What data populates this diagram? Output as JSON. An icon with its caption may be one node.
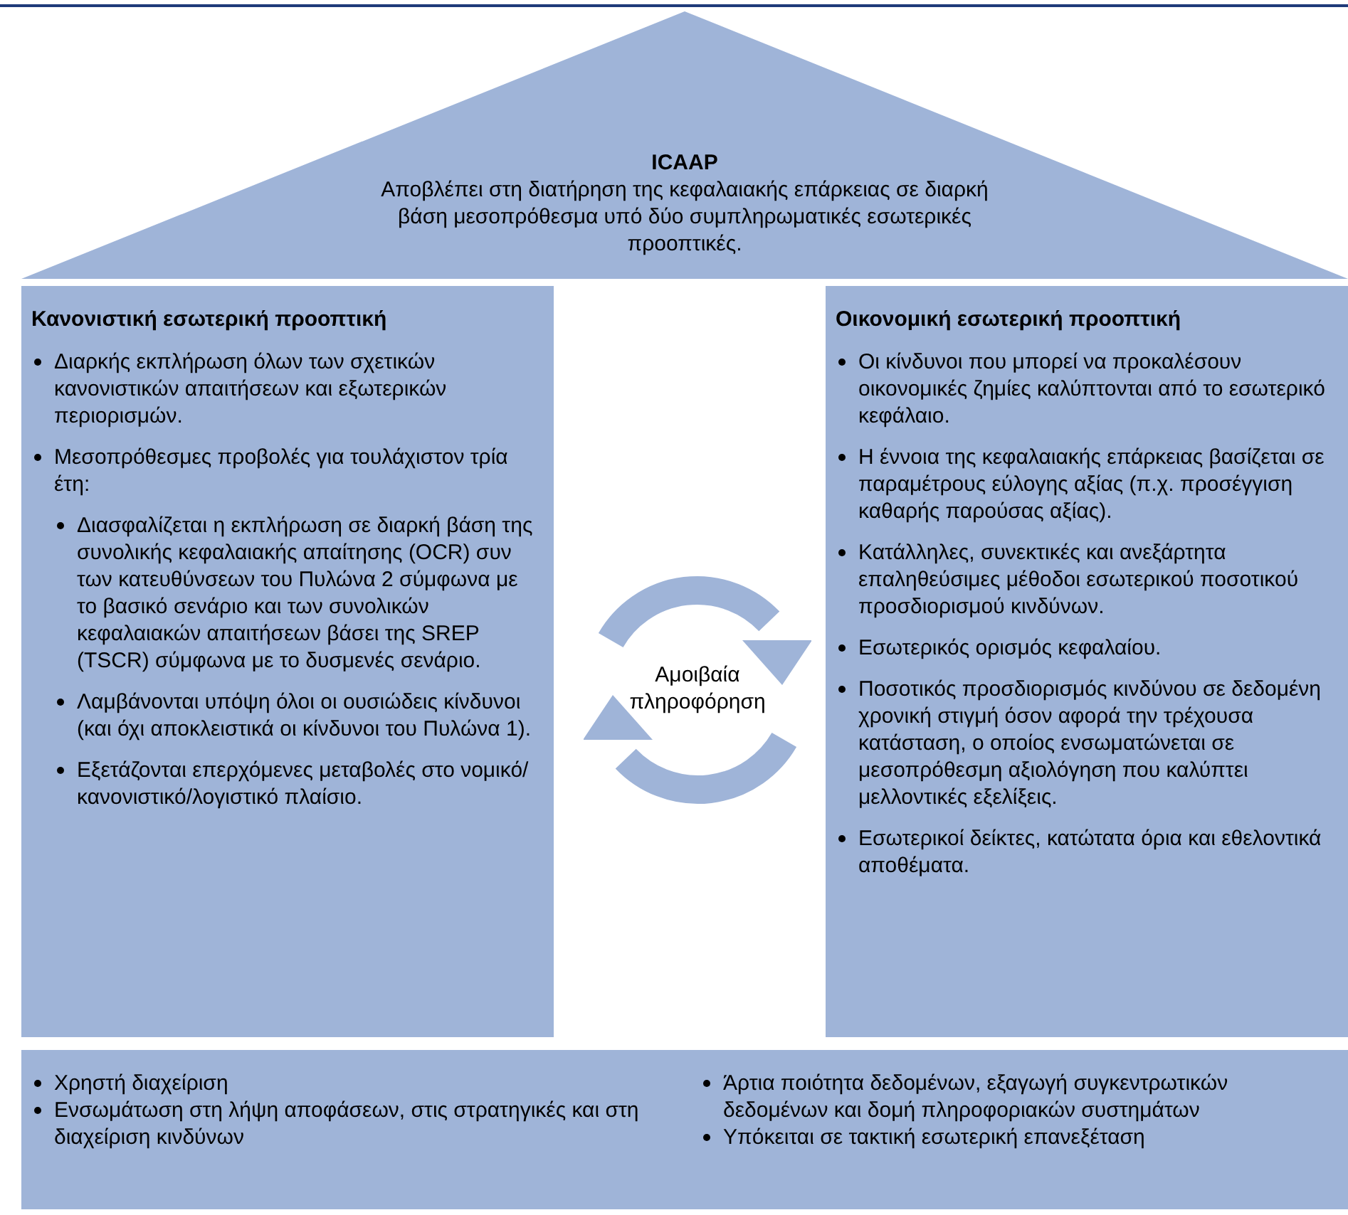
{
  "diagram": {
    "nodes": [
      {
        "text": [
          "ICAAP",
          "Αποβλέπει στη διατήρηση της κεφαλαιακής επάρκειας σε διαρκή βάση μεσοπρόθεσμα υπό δύο συμπληρωματικές εσωτερικές προοπτικές."
        ]
      },
      {
        "text": [
          "Κανονιστική εσωτερική προοπτική",
          "Διαρκής εκπλήρωση όλων των σχετικών κανονιστικών απαιτήσεων και εξωτερικών περιορισμών.",
          "Μεσοπρόθεσμες προβολές για τουλάχιστον τρία έτη:",
          "Διασφαλίζεται η εκπλήρωση σε διαρκή βάση της συνολικής κεφαλαιακής απαίτησης (OCR) συν των κατευθύνσεων του Πυλώνα 2 σύμφωνα με το βασικό σενάριο και των συνολικών κεφαλαιακών απαιτήσεων βάσει της SREP (TSCR) σύμφωνα με το δυσμενές σενάριο.",
          "Λαμβάνονται υπόψη όλοι οι ουσιώδεις κίνδυνοι (και όχι αποκλειστικά οι κίνδυνοι του Πυλώνα 1).",
          "Εξετάζονται επερχόμενες μεταβολές στο νομικό/κανονιστικό/λογιστικό πλαίσιο."
        ]
      },
      {
        "text": [
          "Αμοιβαία πληροφόρηση"
        ]
      },
      {
        "text": [
          "Οικονομική εσωτερική προοπτική",
          "Οι κίνδυνοι που μπορεί να προκαλέσουν οικονομικές ζημίες καλύπτονται από το εσωτερικό κεφάλαιο.",
          "Η έννοια της κεφαλαιακής επάρκειας βασίζεται σε παραμέτρους εύλογης αξίας (π.χ. προσέγγιση καθαρής παρούσας αξίας).",
          "Κατάλληλες, συνεκτικές και ανεξάρτητα επαληθεύσιμες μέθοδοι εσωτερικού ποσοτικού προσδιορισμού κινδύνων.",
          "Εσωτερικός ορισμός κεφαλαίου.",
          "Ποσοτικός προσδιορισμός κινδύνου σε δεδομένη χρονική στιγμή όσον αφορά την τρέχουσα κατάσταση, ο οποίος ενσωματώνεται σε μεσοπρόθεσμη αξιολόγηση που καλύπτει μελλοντικές εξελίξεις.",
          "Εσωτερικοί δείκτες, κατώτατα όρια και εθελοντικά αποθέματα."
        ]
      },
      {
        "text": [
          "Χρηστή διαχείριση",
          "Ενσωμάτωση στη λήψη αποφάσεων, στις στρατηγικές και στη διαχείριση κινδύνων",
          "Άρτια ποιότητα δεδομένων, εξαγωγή συγκεντρωτικών δεδομένων και δομή πληροφοριακών συστημάτων",
          "Υπόκειται σε τακτική εσωτερική επανεξέταση"
        ]
      }
    ]
  }
}
